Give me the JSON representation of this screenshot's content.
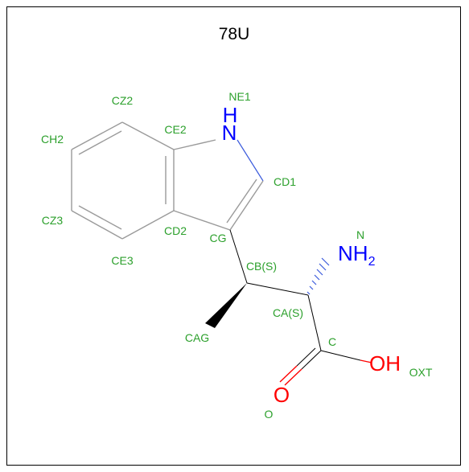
{
  "title": "78U",
  "atoms": {
    "n": "N",
    "h": "H",
    "nh2_n": "NH",
    "nh2_sub": "2",
    "o_double": "O",
    "oh": "OH"
  },
  "labels": {
    "NE1": "NE1",
    "CZ2": "CZ2",
    "CE2": "CE2",
    "CH2": "CH2",
    "CD1": "CD1",
    "CZ3": "CZ3",
    "CD2": "CD2",
    "CG": "CG",
    "CE3": "CE3",
    "N": "N",
    "CB": "CB(S)",
    "CA": "CA(S)",
    "CAG": "CAG",
    "C": "C",
    "OXT": "OXT",
    "O": "O"
  },
  "colors": {
    "carbon_label": "#2ca02c",
    "nitrogen": "#0000ff",
    "oxygen": "#ff0000",
    "bond": "#000000",
    "aromatic_bond": "#9a9a9a"
  }
}
